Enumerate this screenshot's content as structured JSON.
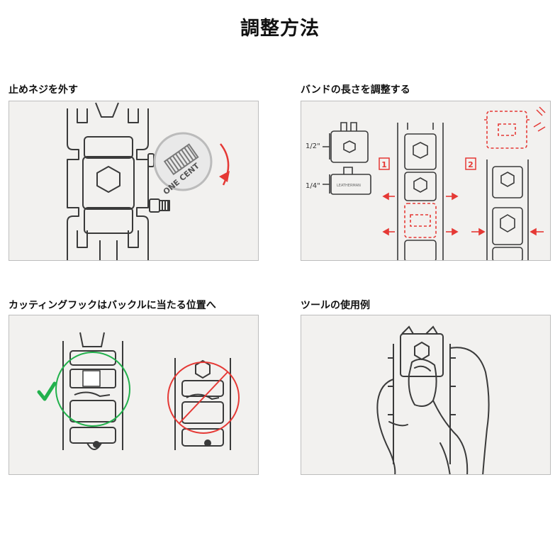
{
  "page": {
    "title": "調整方法"
  },
  "sections": [
    {
      "caption": "止めネジを外す",
      "illustration_label": "ONE CENT"
    },
    {
      "caption": "バンドの長さを調整する",
      "size_labels": [
        "1/2\"",
        "1/4\""
      ],
      "step_labels": [
        "1",
        "2"
      ],
      "small_link_text": "LEATHERMAN"
    },
    {
      "caption": "カッティングフックはバックルに当たる位置へ"
    },
    {
      "caption": "ツールの使用例"
    }
  ],
  "colors": {
    "accent_red": "#e53935",
    "check_green": "#22b14c",
    "line": "#3a3a3a",
    "panel_bg": "#f2f1ef"
  },
  "icons": [
    "check-icon",
    "prohibited-icon",
    "rotate-arrow-icon",
    "arrow-icon",
    "screw-icon",
    "coin-icon",
    "hex-icon"
  ]
}
